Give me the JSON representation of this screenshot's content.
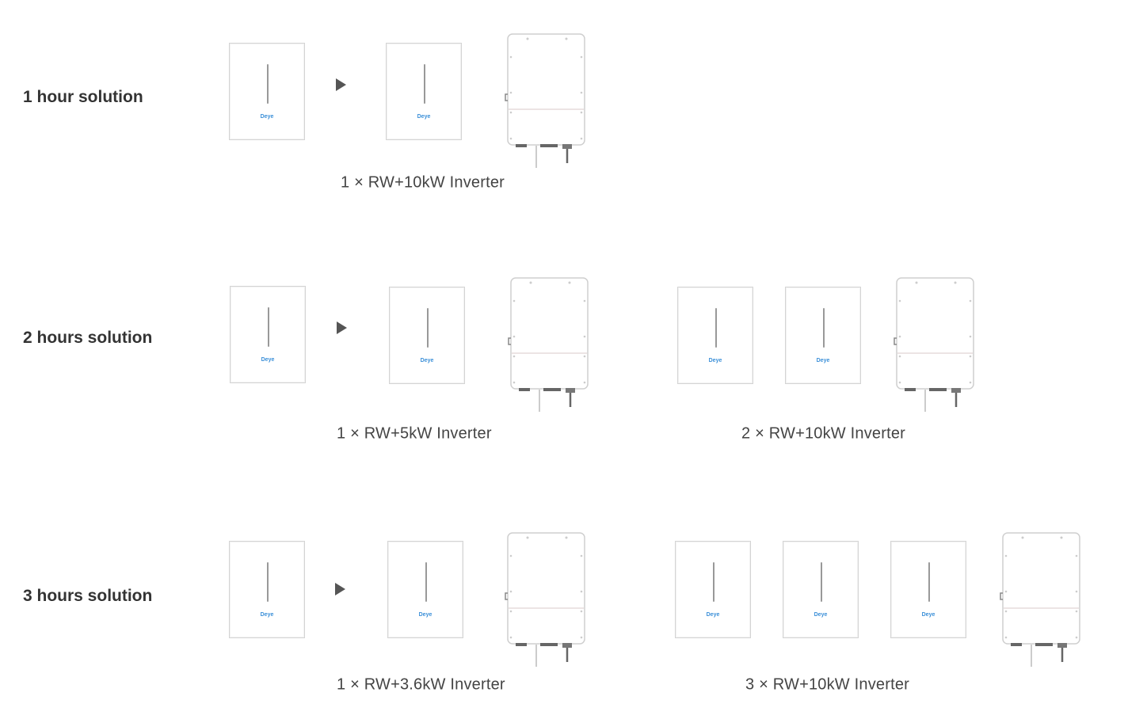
{
  "brand": {
    "logo_text": "Deye",
    "logo_color": "#3a8fd8"
  },
  "rows": [
    {
      "label": "1 hour solution",
      "options": [
        {
          "caption": "1 × RW+10kW  Inverter",
          "batteries": 2,
          "inverters": 1
        }
      ]
    },
    {
      "label": "2 hours solution",
      "options": [
        {
          "caption": "1 × RW+5kW  Inverter",
          "batteries": 2,
          "inverters": 1
        },
        {
          "caption": "2 × RW+10kW  Inverter",
          "batteries": 2,
          "inverters": 1
        }
      ]
    },
    {
      "label": "3 hours solution",
      "options": [
        {
          "caption": "1 × RW+3.6kW  Inverter",
          "batteries": 2,
          "inverters": 1
        },
        {
          "caption": "3 × RW+10kW  Inverter",
          "batteries": 3,
          "inverters": 1
        }
      ]
    }
  ],
  "icons": {
    "arrow": "play-triangle-icon",
    "battery": "battery-module-icon",
    "inverter": "inverter-icon"
  }
}
